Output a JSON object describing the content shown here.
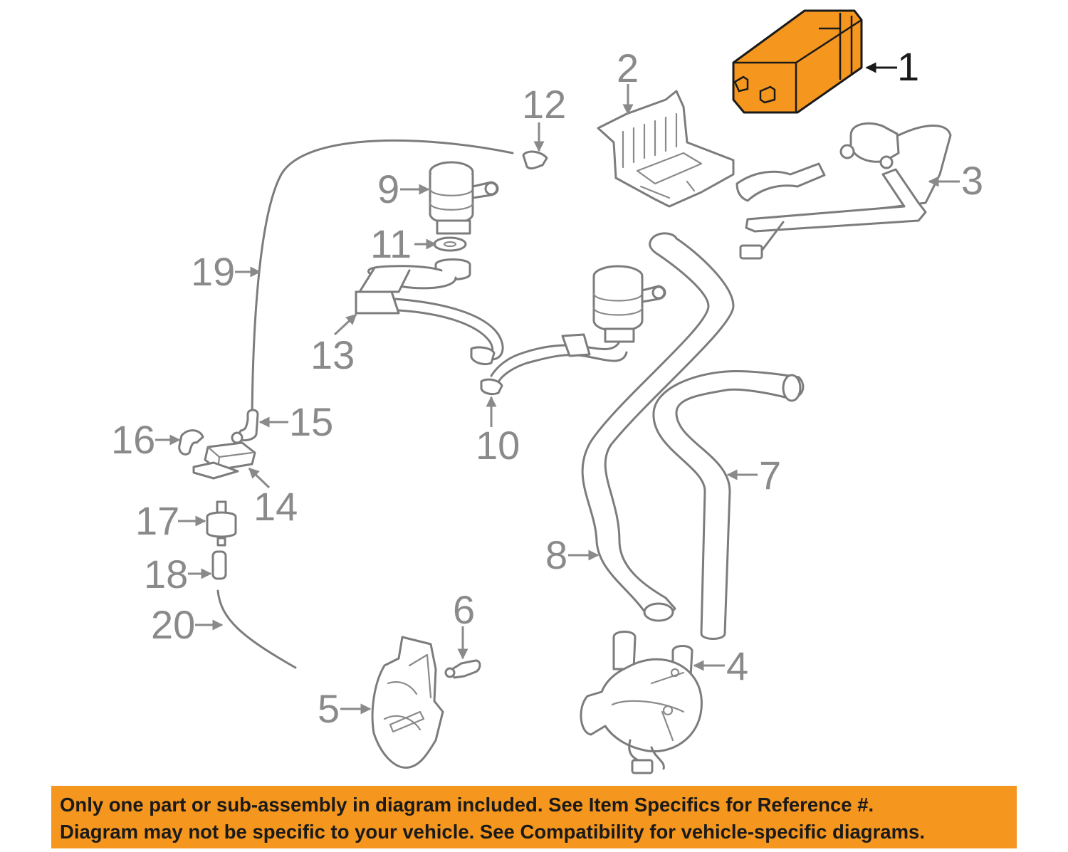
{
  "diagram": {
    "highlight_color": "#f5961e",
    "callouts": [
      {
        "id": "1",
        "label": "1",
        "highlighted": true
      },
      {
        "id": "2",
        "label": "2",
        "highlighted": false
      },
      {
        "id": "3",
        "label": "3",
        "highlighted": false
      },
      {
        "id": "4",
        "label": "4",
        "highlighted": false
      },
      {
        "id": "5",
        "label": "5",
        "highlighted": false
      },
      {
        "id": "6",
        "label": "6",
        "highlighted": false
      },
      {
        "id": "7",
        "label": "7",
        "highlighted": false
      },
      {
        "id": "8",
        "label": "8",
        "highlighted": false
      },
      {
        "id": "9",
        "label": "9",
        "highlighted": false
      },
      {
        "id": "10",
        "label": "10",
        "highlighted": false
      },
      {
        "id": "11",
        "label": "11",
        "highlighted": false
      },
      {
        "id": "12",
        "label": "12",
        "highlighted": false
      },
      {
        "id": "13",
        "label": "13",
        "highlighted": false
      },
      {
        "id": "14",
        "label": "14",
        "highlighted": false
      },
      {
        "id": "15",
        "label": "15",
        "highlighted": false
      },
      {
        "id": "16",
        "label": "16",
        "highlighted": false
      },
      {
        "id": "17",
        "label": "17",
        "highlighted": false
      },
      {
        "id": "18",
        "label": "18",
        "highlighted": false
      },
      {
        "id": "19",
        "label": "19",
        "highlighted": false
      },
      {
        "id": "20",
        "label": "20",
        "highlighted": false
      }
    ]
  },
  "banner": {
    "background": "#f5961e",
    "line1": "Only one part or sub-assembly in diagram included. See Item Specifics for Reference #.",
    "line2": "Diagram may not be specific to your vehicle. See Compatibility for vehicle-specific diagrams."
  }
}
